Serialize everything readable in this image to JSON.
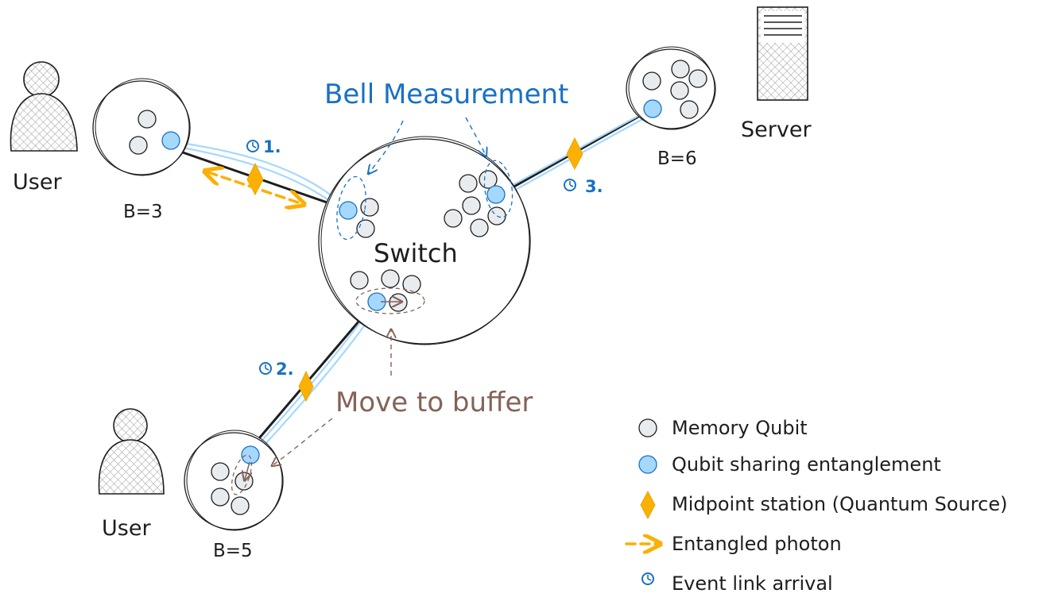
{
  "nodes": {
    "user_left": {
      "label": "User"
    },
    "user_bottom": {
      "label": "User"
    },
    "server": {
      "label": "Server"
    },
    "switch": {
      "label": "Switch"
    },
    "b_left": "B=3",
    "b_right": "B=6",
    "b_bottom": "B=5"
  },
  "annotations": {
    "bell_measurement": "Bell Measurement",
    "move_to_buffer": "Move to buffer"
  },
  "events": [
    "1.",
    "2.",
    "3."
  ],
  "legend": {
    "items": [
      {
        "label": "Memory Qubit",
        "icon": "gray-circle-icon"
      },
      {
        "label": "Qubit sharing entanglement",
        "icon": "blue-circle-icon"
      },
      {
        "label": "Midpoint station (Quantum Source)",
        "icon": "orange-diamond-icon"
      },
      {
        "label": "Entangled photon",
        "icon": "dashed-arrow-icon"
      },
      {
        "label": "Event link arrival",
        "icon": "clock-icon"
      }
    ]
  },
  "colors": {
    "memory_qubit": "#e9ecef",
    "entangled_qubit": "#a5d8ff",
    "midpoint": "#fab005",
    "bell_annotation": "#1971c2",
    "buffer_annotation": "#846358"
  }
}
